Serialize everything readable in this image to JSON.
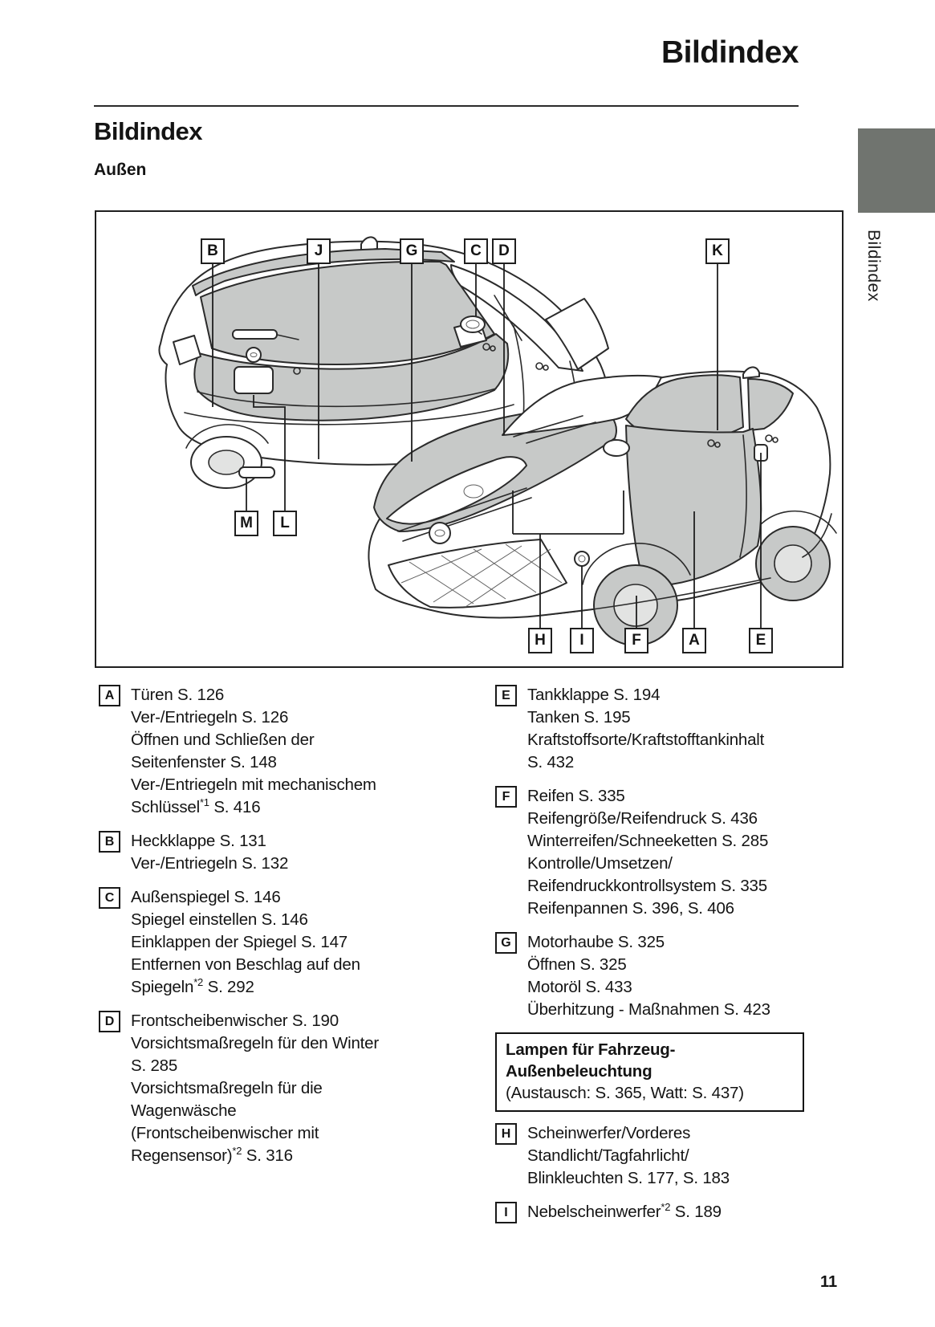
{
  "header": {
    "title": "Bildindex",
    "section": "Bildindex",
    "subsection": "Außen",
    "tab_label": "Bildindex"
  },
  "footer": {
    "page_number": "11"
  },
  "colors": {
    "tab_gray": "#70746f",
    "panel_highlight": "#c7c9c8",
    "line_color": "#2b2b2b"
  },
  "diagram": {
    "labels": [
      "B",
      "J",
      "G",
      "C",
      "D",
      "K",
      "M",
      "L",
      "H",
      "I",
      "F",
      "A",
      "E"
    ]
  },
  "legend": {
    "left": [
      {
        "key": "A",
        "lines": [
          "Türen S. 126",
          "Ver-/Entriegeln S. 126",
          "Öffnen und Schließen der",
          "Seitenfenster S. 148",
          "Ver-/Entriegeln mit mechanischem",
          "Schlüssel^{*1} S. 416"
        ]
      },
      {
        "key": "B",
        "lines": [
          "Heckklappe S. 131",
          "Ver-/Entriegeln S. 132"
        ]
      },
      {
        "key": "C",
        "lines": [
          "Außenspiegel S. 146",
          "Spiegel einstellen S. 146",
          "Einklappen der Spiegel S. 147",
          "Entfernen von Beschlag auf den",
          "Spiegeln^{*2} S. 292"
        ]
      },
      {
        "key": "D",
        "lines": [
          "Frontscheibenwischer S. 190",
          "Vorsichtsmaßregeln für den Winter",
          "S. 285",
          "Vorsichtsmaßregeln für die",
          "Wagenwäsche",
          "(Frontscheibenwischer mit",
          "Regensensor)^{*2} S. 316"
        ]
      }
    ],
    "right": [
      {
        "key": "E",
        "lines": [
          "Tankklappe S. 194",
          "Tanken S. 195",
          "Kraftstoffsorte/Kraftstofftankinhalt",
          "S. 432"
        ]
      },
      {
        "key": "F",
        "lines": [
          "Reifen S. 335",
          "Reifengröße/Reifendruck S. 436",
          "Winterreifen/Schneeketten S. 285",
          "Kontrolle/Umsetzen/",
          "Reifendruckkontrollsystem S. 335",
          "Reifenpannen S. 396, S. 406"
        ]
      },
      {
        "key": "G",
        "lines": [
          "Motorhaube S. 325",
          "Öffnen S. 325",
          "Motoröl S. 433",
          "Überhitzung - Maßnahmen S. 423"
        ]
      },
      {
        "type": "note",
        "bold_lines": [
          "Lampen für Fahrzeug-",
          "Außenbeleuchtung"
        ],
        "lines": [
          "(Austausch: S. 365, Watt: S. 437)"
        ]
      },
      {
        "key": "H",
        "lines": [
          "Scheinwerfer/Vorderes",
          "Standlicht/Tagfahrlicht/",
          "Blinkleuchten S. 177, S. 183"
        ]
      },
      {
        "key": "I",
        "lines": [
          "Nebelscheinwerfer^{*2} S. 189"
        ]
      }
    ]
  }
}
